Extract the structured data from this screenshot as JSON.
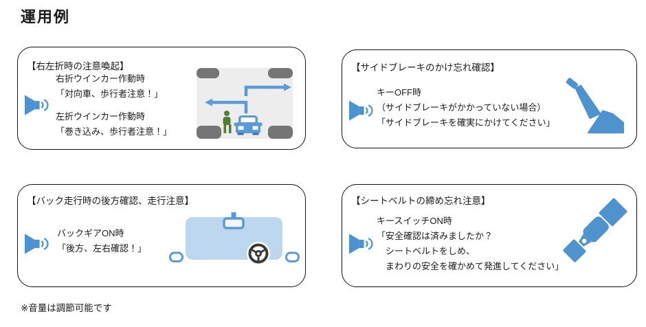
{
  "page": {
    "title": "運用例",
    "footnote": "※音量は調節可能です"
  },
  "colors": {
    "accent_blue": "#4A92D2",
    "illustration_blue": "#5B9BD5",
    "light_blue_fill": "#BDD7EE",
    "pedestrian_green": "#4E7D33",
    "road_gray": "#EDEDEE",
    "block_gray": "#757575",
    "wheel_dark": "#3A3A3A",
    "border_black": "#111111"
  },
  "icons": {
    "speaker": "loudspeaker-with-sound-waves",
    "turn": "crossroad-with-turn-arrows-pedestrian-and-car",
    "brake": "parking-brake-lever",
    "reverse": "windshield-with-mirrors-and-steering-wheel",
    "seatbelt": "seat-belt-buckle"
  },
  "cards": [
    {
      "id": "turn",
      "heading": "【右左折時の注意喚起】",
      "blocks": [
        {
          "lines": [
            "右折ウインカー作動時",
            "「対向車、歩行者注意！」"
          ]
        },
        {
          "lines": [
            "左折ウインカー作動時",
            "「巻き込み、歩行者注意！」"
          ]
        }
      ]
    },
    {
      "id": "brake",
      "heading": "【サイドブレーキのかけ忘れ確認】",
      "blocks": [
        {
          "lines": [
            "キーOFF時",
            "（サイドブレーキがかかっていない場合）",
            "「サイドブレーキを確実にかけてください」"
          ]
        }
      ]
    },
    {
      "id": "reverse",
      "heading": "【バック走行時の後方確認、走行注意】",
      "blocks": [
        {
          "lines": [
            "バックギアON時",
            "「後方、左右確認！」"
          ]
        }
      ]
    },
    {
      "id": "seatbelt",
      "heading": "【シートベルトの締め忘れ注意】",
      "blocks": [
        {
          "lines": [
            "キースイッチON時",
            "「安全確認は済みましたか？",
            "シートベルトをしめ、",
            "まわりの安全を確かめて発進してください」"
          ]
        }
      ]
    }
  ]
}
